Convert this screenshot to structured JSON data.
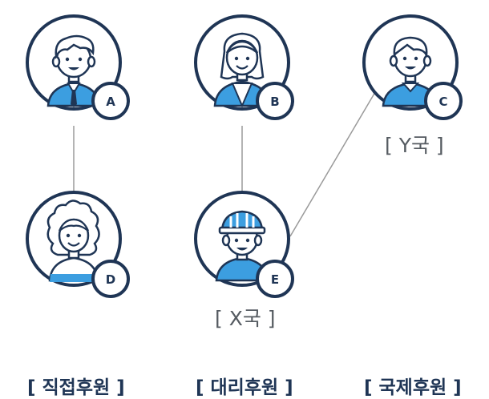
{
  "colors": {
    "navy": "#1f3555",
    "blue": "#3c9ee0",
    "skin": "#ffffff",
    "line": "#9a9a9a"
  },
  "nodes": [
    {
      "id": "A",
      "label": "A",
      "avatar": "man-tie-avatar"
    },
    {
      "id": "B",
      "label": "B",
      "avatar": "woman-avatar"
    },
    {
      "id": "C",
      "label": "C",
      "avatar": "man-avatar"
    },
    {
      "id": "D",
      "label": "D",
      "avatar": "curly-hair-woman-avatar"
    },
    {
      "id": "E",
      "label": "E",
      "avatar": "hardhat-worker-avatar"
    }
  ],
  "edges": [
    [
      "A",
      "D"
    ],
    [
      "B",
      "E"
    ],
    [
      "E",
      "C"
    ]
  ],
  "regions": {
    "y": "[ Y국 ]",
    "x": "[ X국 ]"
  },
  "categories": [
    "[ 직접후원 ]",
    "[ 대리후원 ]",
    "[ 국제후원 ]"
  ]
}
